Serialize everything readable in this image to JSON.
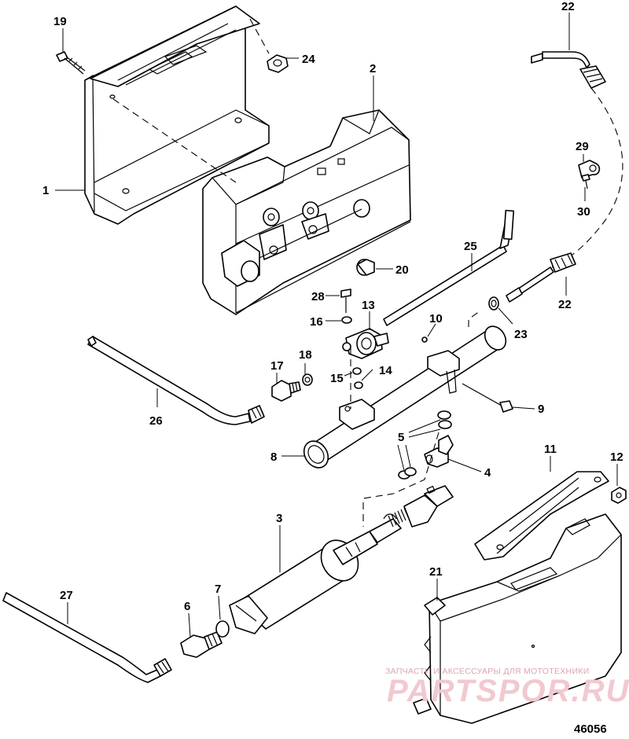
{
  "callouts": {
    "c1": "1",
    "c2": "2",
    "c3": "3",
    "c4": "4",
    "c5": "5",
    "c6": "6",
    "c7": "7",
    "c8": "8",
    "c9": "9",
    "c10": "10",
    "c11": "11",
    "c12": "12",
    "c13": "13",
    "c14": "14",
    "c15": "15",
    "c16": "16",
    "c17": "17",
    "c18": "18",
    "c19": "19",
    "c20": "20",
    "c21": "21",
    "c22a": "22",
    "c22b": "22",
    "c23": "23",
    "c24": "24",
    "c25": "25",
    "c26": "26",
    "c27": "27",
    "c28": "28",
    "c29": "29",
    "c30": "30"
  },
  "figure_number": "46056",
  "watermark": {
    "line1": "ЗАПЧАСТИ И АКСЕССУАРЫ ДЛЯ МОТОТЕХНИКИ",
    "line2": "PARTSPOR.RU"
  },
  "colors": {
    "line": "#000000",
    "background": "#ffffff",
    "watermark": "#f1c9cf"
  }
}
